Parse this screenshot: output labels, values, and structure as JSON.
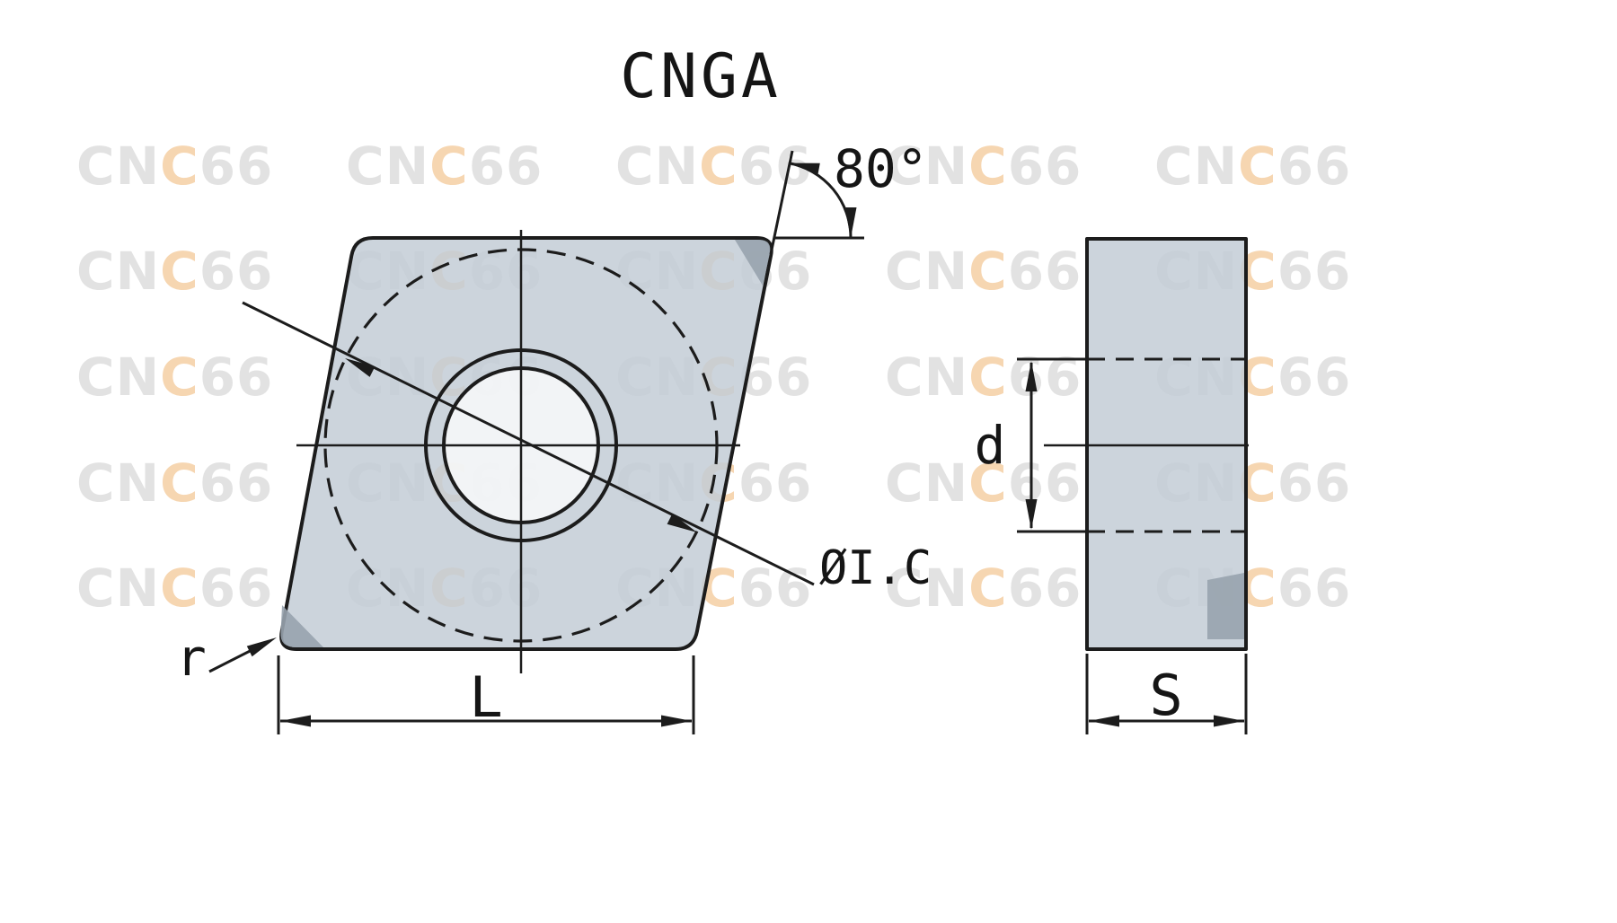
{
  "title": "CNGA",
  "watermark": {
    "part1": "CN",
    "part2": "C",
    "part3": "66"
  },
  "front_view": {
    "angle_label": "80°",
    "inscribed_circle_label": "ØI.C",
    "corner_radius_label": "r",
    "length_label": "L"
  },
  "side_view": {
    "hole_diameter_label": "d",
    "thickness_label": "S"
  },
  "colors": {
    "insert_fill": "#c3cdd6",
    "corner_mark": "#98a3ae",
    "line": "#1c1c1c",
    "watermark_gray": "#dedede",
    "watermark_orange": "#f5cfa4"
  }
}
